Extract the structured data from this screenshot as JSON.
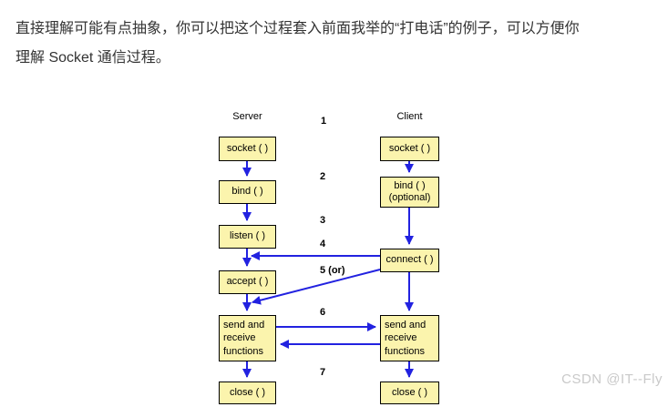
{
  "intro": {
    "line1": "直接理解可能有点抽象，你可以把这个过程套入前面我举的“打电话”的例子，可以方便你",
    "line2": "理解 Socket 通信过程。"
  },
  "diagram": {
    "server_label": "Server",
    "client_label": "Client",
    "steps": [
      "1",
      "2",
      "3",
      "4",
      "5 (or)",
      "6",
      "7"
    ],
    "server": {
      "socket": "socket ( )",
      "bind": "bind ( )",
      "listen": "listen ( )",
      "accept": "accept ( )",
      "sendrecv": "send and receive functions",
      "close": "close ( )"
    },
    "client": {
      "socket": "socket ( )",
      "bind_line1": "bind ( )",
      "bind_line2": "(optional)",
      "connect": "connect ( )",
      "sendrecv": "send and receive functions",
      "close": "close ( )"
    },
    "colors": {
      "box_fill": "#FBF4AD",
      "box_border": "#000000",
      "arrow_blue": "#2222E0"
    }
  },
  "watermark": "CSDN @IT--Fly"
}
